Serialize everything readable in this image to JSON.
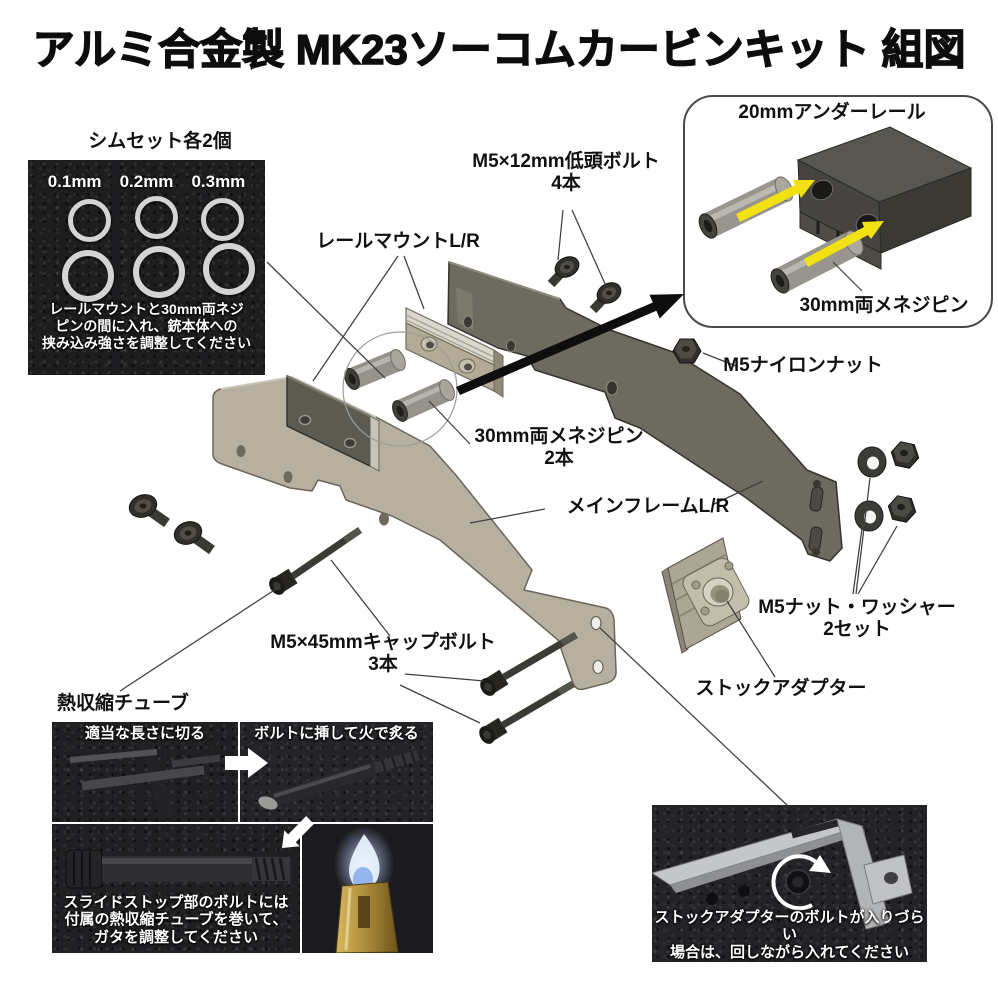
{
  "title": "アルミ合金製 MK23ソーコムカービンキット 組図",
  "labels": {
    "bolt_m5x12": {
      "name": "M5×12mm低頭ボルト",
      "qty": "4本"
    },
    "rail_mount": "レールマウントL/R",
    "nylon_nut": "M5ナイロンナット",
    "pin30": {
      "name": "30mm両メネジピン",
      "qty": "2本"
    },
    "main_frame": "メインフレームL/R",
    "nut_washer": {
      "name": "M5ナット・ワッシャー",
      "qty": "2セット"
    },
    "stock_adapter": "ストックアダプター",
    "bolt_m5x45": {
      "name": "M5×45mmキャップボルト",
      "qty": "3本"
    },
    "heat_shrink": "熱収縮チューブ"
  },
  "shim_inset": {
    "title": "シムセット各2個",
    "sizes": [
      "0.1mm",
      "0.2mm",
      "0.3mm"
    ],
    "note": [
      "レールマウントと30mm両ネジ",
      "ピンの間に入れ、銃本体への",
      "挟み込み強さを調整してください"
    ]
  },
  "rail_inset": {
    "title": "20mmアンダーレール",
    "pin_label": "30mm両メネジピン"
  },
  "heat_shrink_inset": {
    "step1": "適当な長さに切る",
    "step2": "ボルトに挿して火で炙る",
    "note": [
      "スライドストップ部のボルトには",
      "付属の熱収縮チューブを巻いて、",
      "ガタを調整してください"
    ]
  },
  "stock_inset": {
    "note": [
      "ストックアダプターのボルトが入りづらい",
      "場合は、回しながら入れてください"
    ]
  },
  "colors": {
    "accent_arrow_yellow": "#f2e112",
    "frame_light": "#b7b0a0",
    "frame_dark": "#6d6b60",
    "arrow_black": "#0e0e0e"
  }
}
